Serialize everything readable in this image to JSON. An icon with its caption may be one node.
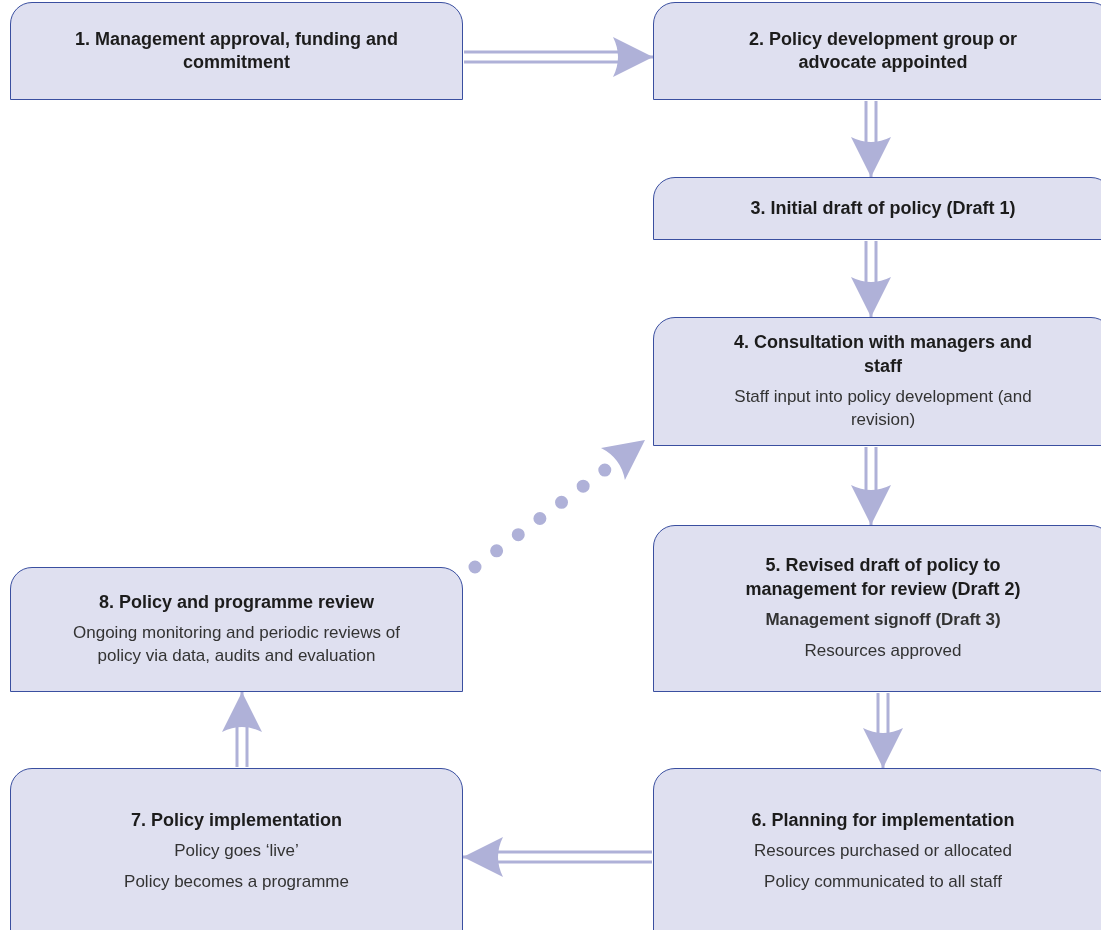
{
  "diagram": {
    "nodes": [
      {
        "text": [
          "1. Management approval, funding and commitment"
        ]
      },
      {
        "text": [
          "2. Policy development group or advocate appointed"
        ]
      },
      {
        "text": [
          "3. Initial draft of policy (Draft 1)"
        ]
      },
      {
        "text": [
          "4. Consultation with managers and staff",
          "Staff input into policy development (and revision)"
        ]
      },
      {
        "text": [
          "5. Revised draft of policy to management for review (Draft 2)",
          "**Management signoff (Draft 3)**",
          "Resources approved"
        ]
      },
      {
        "text": [
          "6. Planning for implementation",
          "Resources purchased or allocated",
          "Policy communicated to all staff"
        ]
      },
      {
        "text": [
          "7. Policy implementation",
          "Policy goes ‘live’",
          "Policy becomes a programme"
        ]
      },
      {
        "text": [
          "8. Policy and programme review",
          "Ongoing monitoring and periodic reviews of policy via data, audits and evaluation"
        ]
      }
    ],
    "edges": [
      {
        "from": 0,
        "to": 1,
        "arrow": "to"
      },
      {
        "from": 1,
        "to": 2,
        "arrow": "to"
      },
      {
        "from": 2,
        "to": 3,
        "arrow": "to"
      },
      {
        "from": 3,
        "to": 4,
        "arrow": "to"
      },
      {
        "from": 4,
        "to": 5,
        "arrow": "to"
      },
      {
        "from": 5,
        "to": 6,
        "arrow": "to"
      },
      {
        "from": 6,
        "to": 7,
        "arrow": "to"
      },
      {
        "from": 7,
        "to": 3,
        "arrow": "to",
        "style": "dashed"
      }
    ]
  }
}
